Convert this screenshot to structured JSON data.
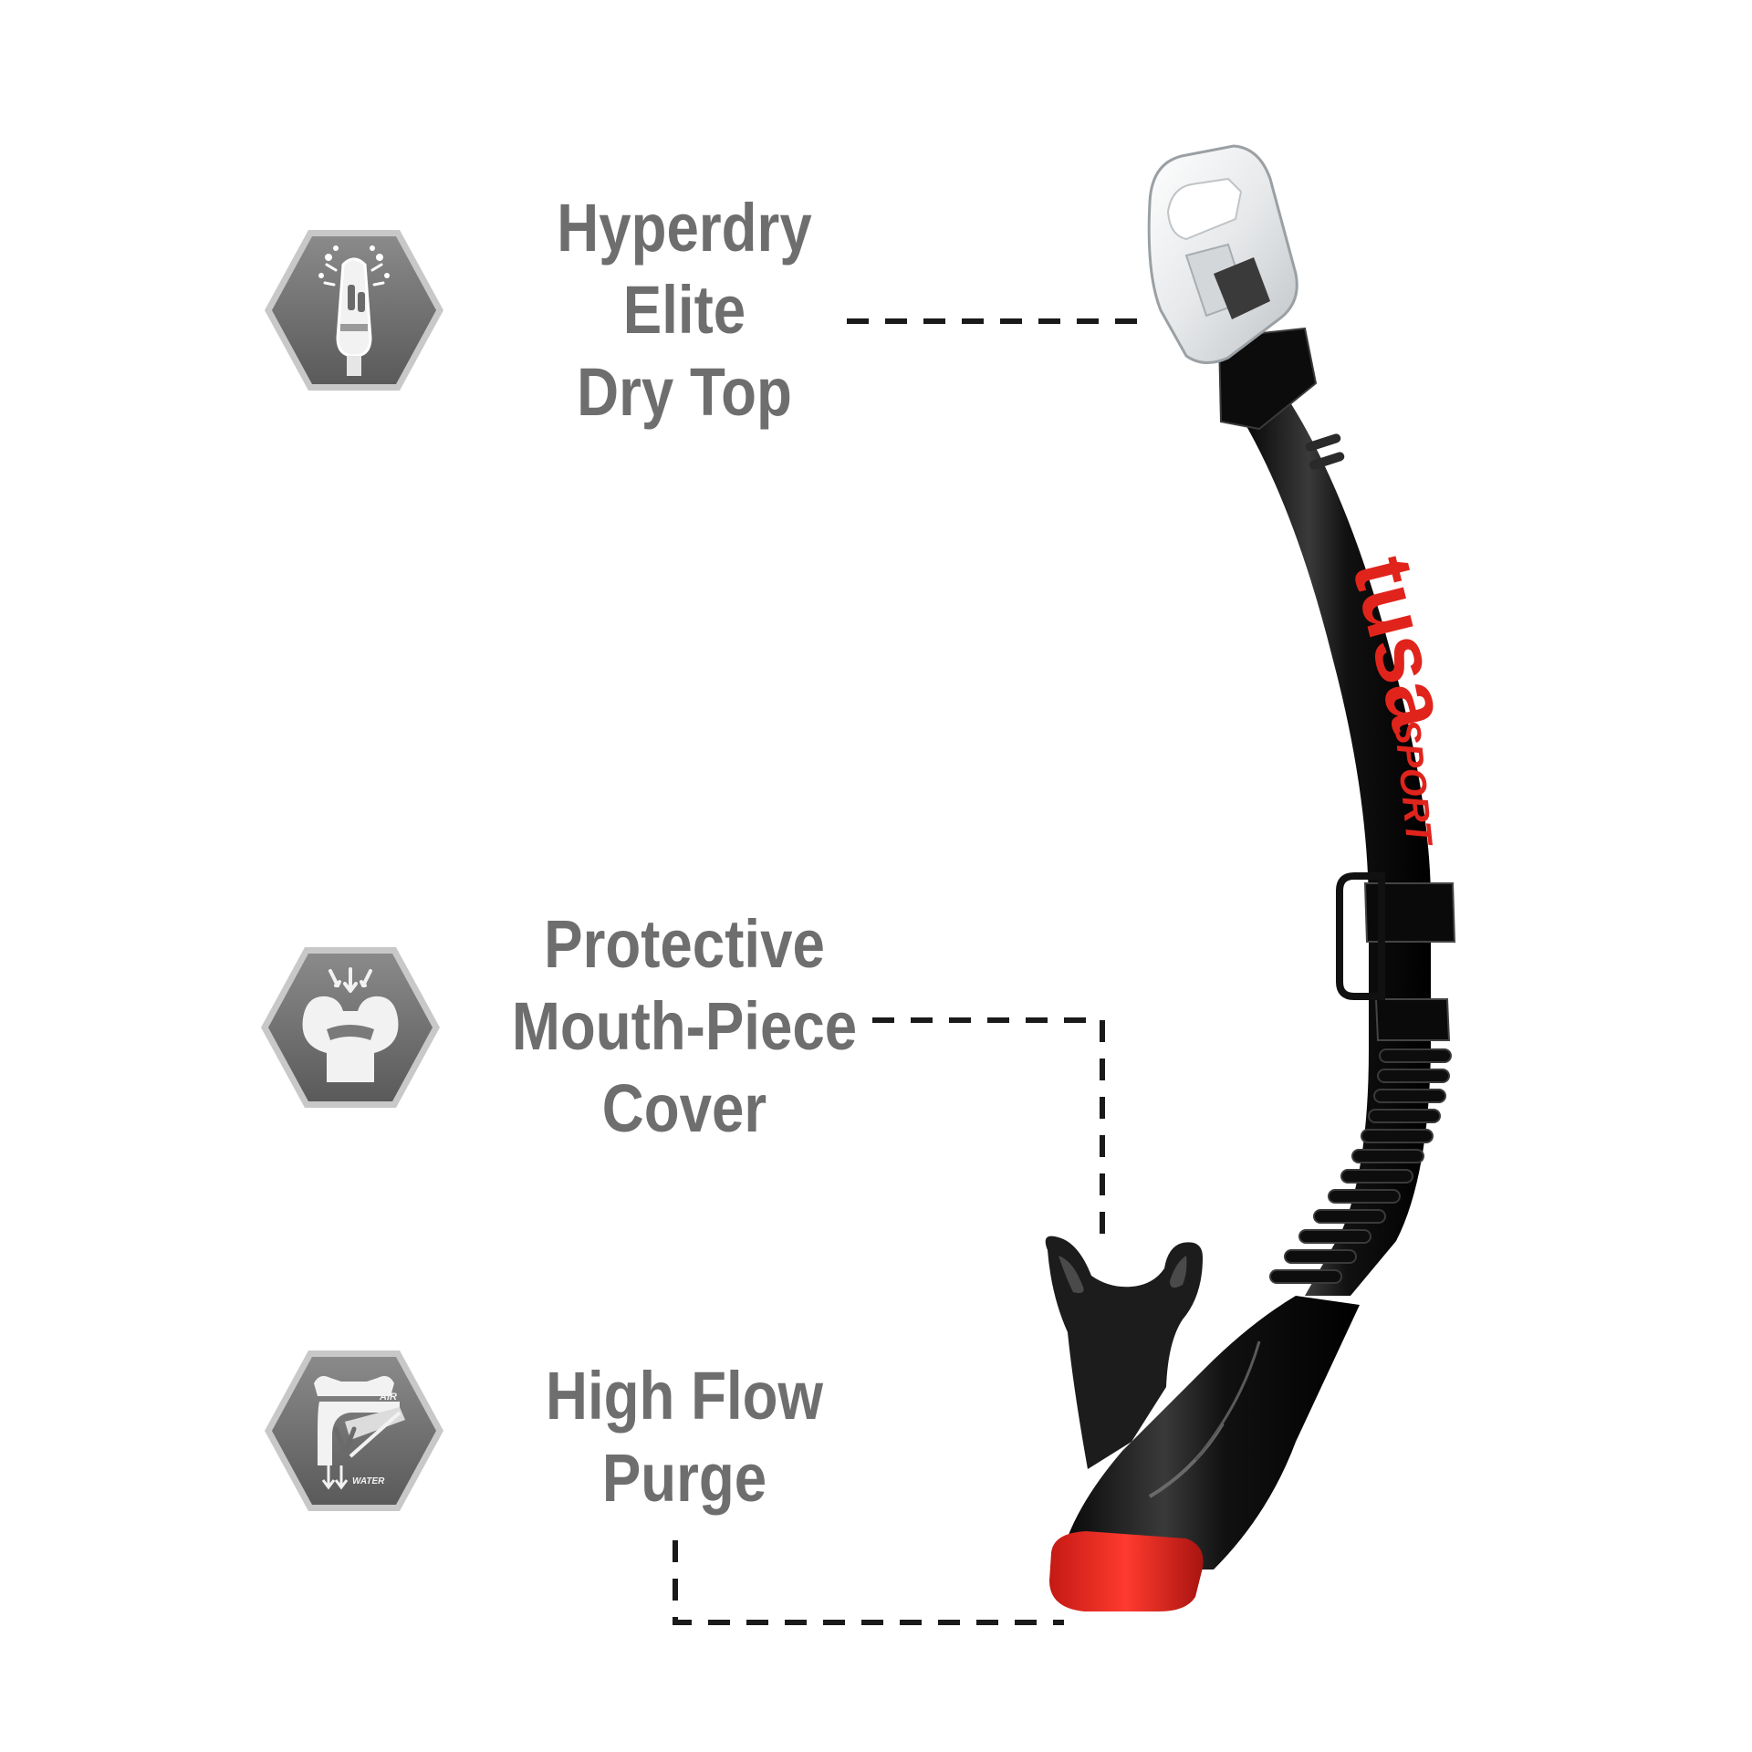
{
  "features": [
    {
      "id": "dry-top",
      "lines": [
        "Hyperdry",
        "Elite",
        "Dry Top"
      ],
      "icon": "dry-top-icon"
    },
    {
      "id": "mouthpiece-cover",
      "lines": [
        "Protective",
        "Mouth-Piece",
        "Cover"
      ],
      "icon": "mouthpiece-icon"
    },
    {
      "id": "purge",
      "lines": [
        "High Flow",
        "Purge"
      ],
      "icon": "purge-valve-icon",
      "icon_text": {
        "air": "AIR",
        "water": "WATER"
      }
    }
  ],
  "product": {
    "brand": "tusa",
    "line": "SPORT"
  },
  "colors": {
    "label_gray": "#6e6e6e",
    "icon_gray": "#7a7a7a",
    "tube_black": "#111111",
    "accent_red": "#e0241c",
    "leader_line": "#1a1a1a"
  }
}
